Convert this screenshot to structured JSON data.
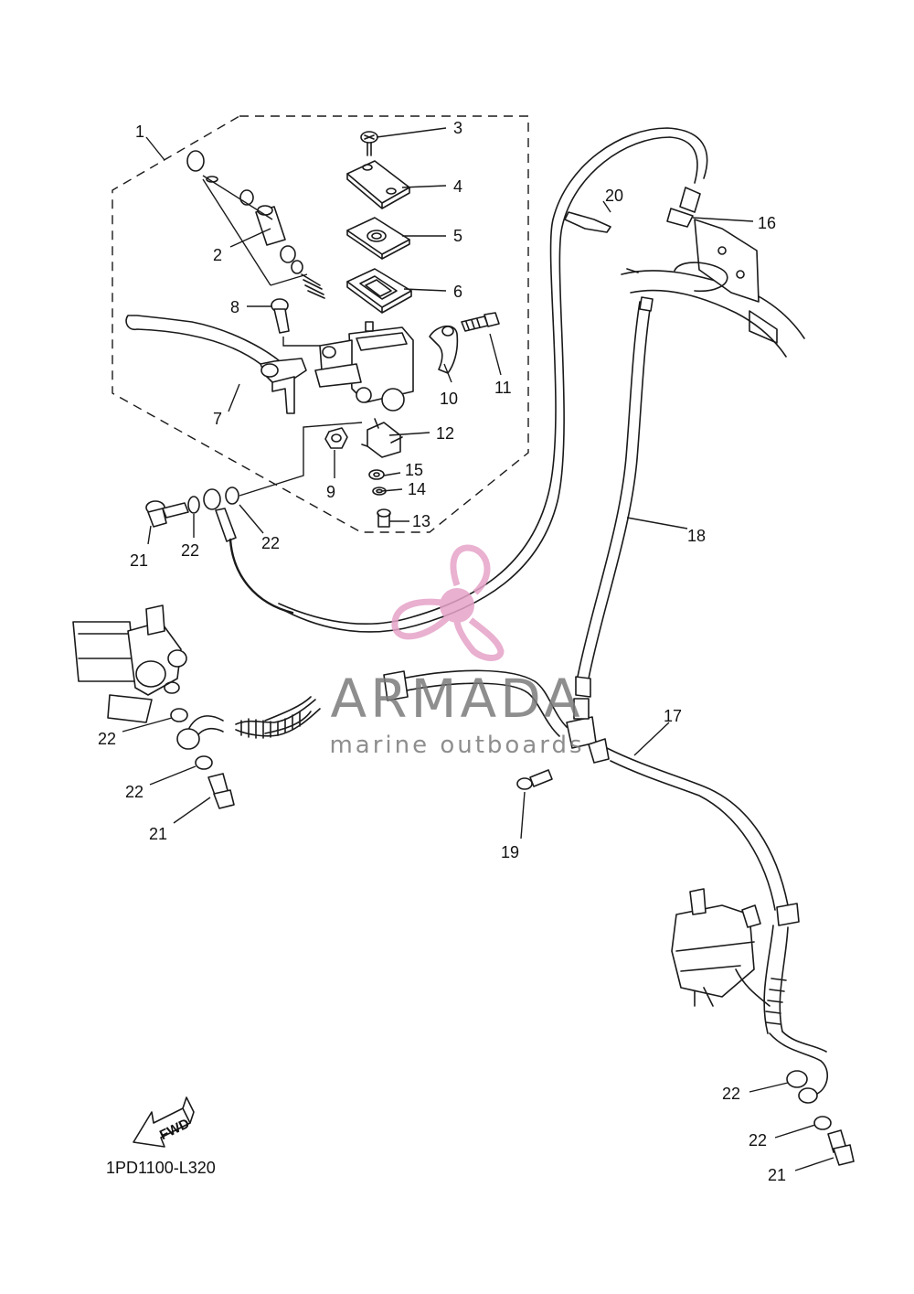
{
  "callouts": {
    "c1": "1",
    "c2": "2",
    "c3": "3",
    "c4": "4",
    "c5": "5",
    "c6": "6",
    "c7": "7",
    "c8": "8",
    "c9": "9",
    "c10": "10",
    "c11": "11",
    "c12": "12",
    "c13": "13",
    "c14": "14",
    "c15": "15",
    "c16": "16",
    "c17": "17",
    "c18": "18",
    "c19": "19",
    "c20": "20",
    "c21a": "21",
    "c22a": "22",
    "c22b": "22",
    "c22c": "22",
    "c22d": "22",
    "c21b": "21",
    "c22e": "22",
    "c22f": "22",
    "c21c": "21"
  },
  "watermark": {
    "brand": "ARMADA",
    "tagline": "marine outboards",
    "logo_color": "#e6a3c8",
    "logo_dark": "#d888b6"
  },
  "fwd_label": "FWD",
  "diagram_code": "1PD1100-L320"
}
